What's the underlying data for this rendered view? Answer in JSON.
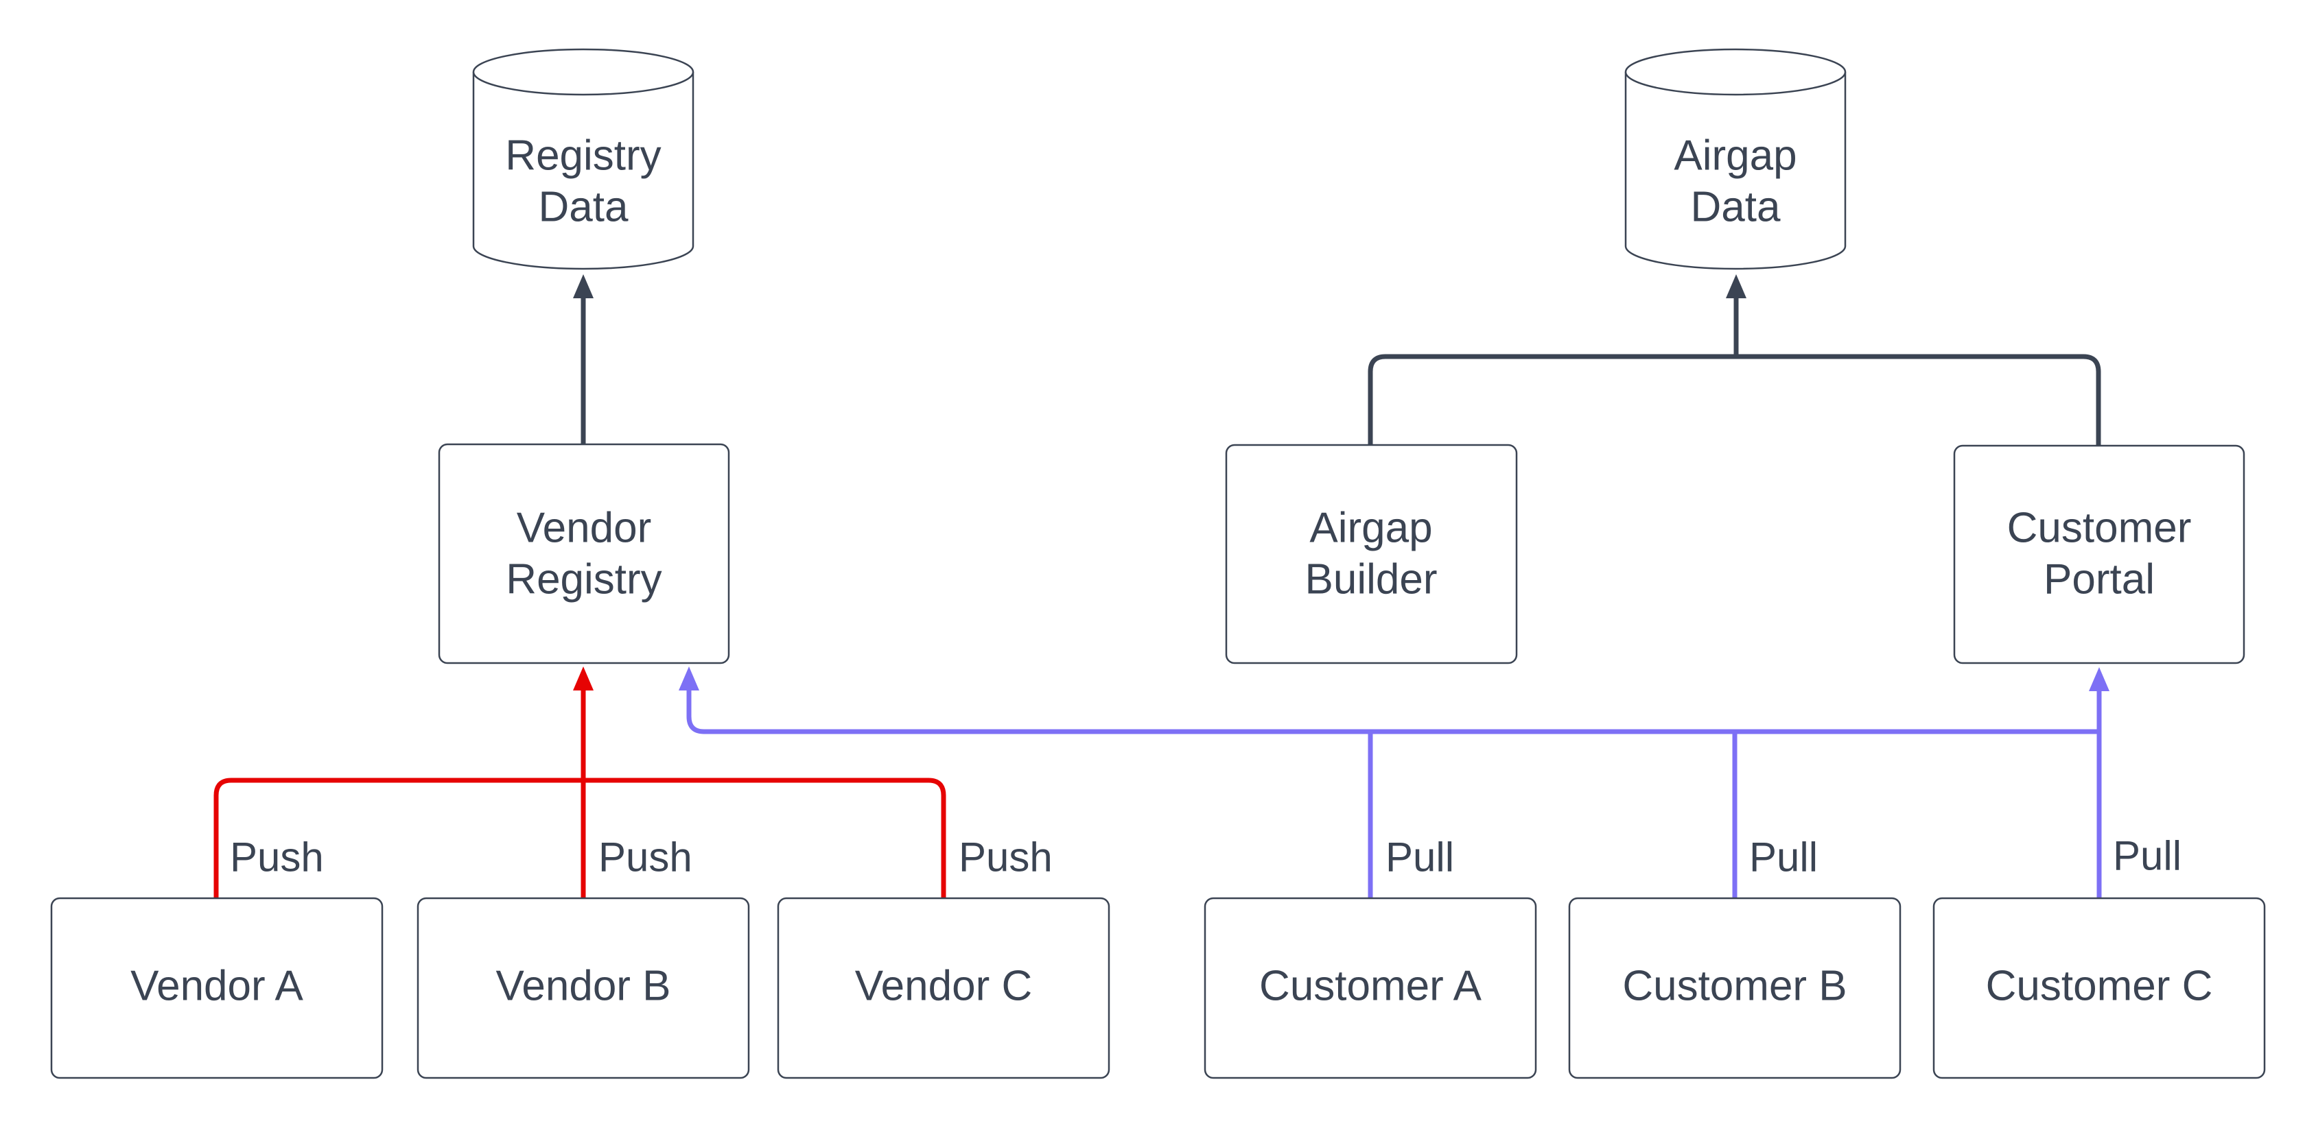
{
  "diagram": {
    "background": "#ffffff",
    "colors": {
      "node_stroke": "#3b4453",
      "text": "#3b4453",
      "push_edge": "#e60303",
      "pull_edge": "#7d70f5",
      "data_edge": "#3b4453"
    },
    "nodes": {
      "registry_data": {
        "shape": "cylinder",
        "label_lines": [
          "Registry",
          "Data"
        ]
      },
      "airgap_data": {
        "shape": "cylinder",
        "label_lines": [
          "Airgap",
          "Data"
        ]
      },
      "vendor_registry": {
        "shape": "rect",
        "label_lines": [
          "Vendor",
          "Registry"
        ]
      },
      "airgap_builder": {
        "shape": "rect",
        "label_lines": [
          "Airgap",
          "Builder"
        ]
      },
      "customer_portal": {
        "shape": "rect",
        "label_lines": [
          "Customer",
          "Portal"
        ]
      },
      "vendor_a": {
        "shape": "rect",
        "label_lines": [
          "Vendor A"
        ]
      },
      "vendor_b": {
        "shape": "rect",
        "label_lines": [
          "Vendor B"
        ]
      },
      "vendor_c": {
        "shape": "rect",
        "label_lines": [
          "Vendor C"
        ]
      },
      "customer_a": {
        "shape": "rect",
        "label_lines": [
          "Customer A"
        ]
      },
      "customer_b": {
        "shape": "rect",
        "label_lines": [
          "Customer B"
        ]
      },
      "customer_c": {
        "shape": "rect",
        "label_lines": [
          "Customer C"
        ]
      }
    },
    "edges": [
      {
        "from": "vendor_registry",
        "to": [
          "registry_data"
        ],
        "label": "",
        "color": "data_edge"
      },
      {
        "from": "airgap_builder",
        "to": [
          "airgap_data"
        ],
        "label": "",
        "color": "data_edge"
      },
      {
        "from": "customer_portal",
        "to": [
          "airgap_data"
        ],
        "label": "",
        "color": "data_edge"
      },
      {
        "from": "vendor_a",
        "to": [
          "vendor_registry"
        ],
        "label": "Push",
        "color": "push_edge"
      },
      {
        "from": "vendor_b",
        "to": [
          "vendor_registry"
        ],
        "label": "Push",
        "color": "push_edge"
      },
      {
        "from": "vendor_c",
        "to": [
          "vendor_registry"
        ],
        "label": "Push",
        "color": "push_edge"
      },
      {
        "from": "customer_a",
        "to": [
          "vendor_registry",
          "customer_portal"
        ],
        "label": "Pull",
        "color": "pull_edge"
      },
      {
        "from": "customer_b",
        "to": [
          "vendor_registry",
          "customer_portal"
        ],
        "label": "Pull",
        "color": "pull_edge"
      },
      {
        "from": "customer_c",
        "to": [
          "vendor_registry",
          "customer_portal"
        ],
        "label": "Pull",
        "color": "pull_edge"
      }
    ]
  }
}
